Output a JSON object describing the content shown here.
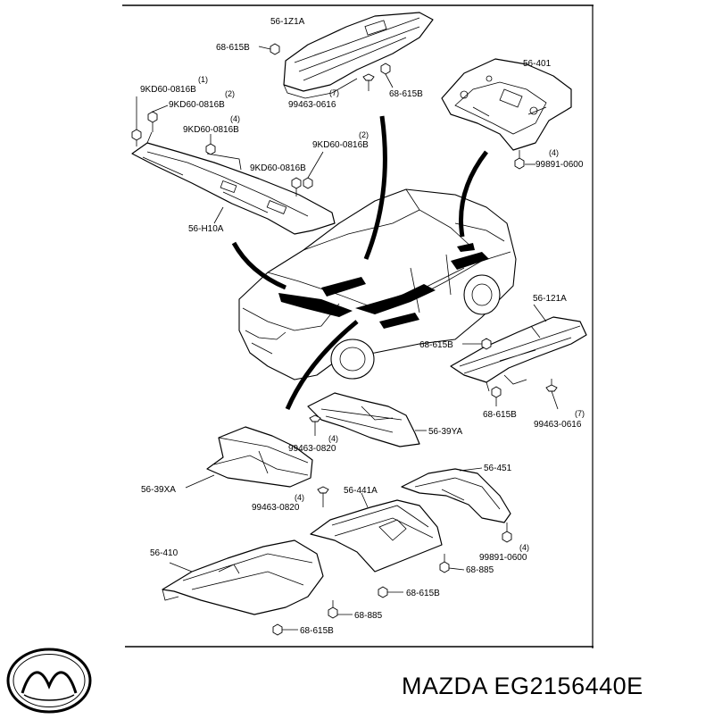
{
  "labels": {
    "p_56_1z1a": "56-1Z1A",
    "p_68_615b_a": "68-615B",
    "p_68_615b_b": "68-615B",
    "p_99463_0616_a": "99463-0616",
    "p_qty7_a": "(7)",
    "p_56_401": "56-401",
    "p_qty4_a": "(4)",
    "p_99891_0600_a": "99891-0600",
    "p_9kd_1": "9KD60-0816B",
    "p_qty1": "(1)",
    "p_9kd_2": "9KD60-0816B",
    "p_qty2_a": "(2)",
    "p_9kd_3": "9KD60-0816B",
    "p_qty4_b": "(4)",
    "p_9kd_4": "9KD60-0816B",
    "p_qty2_b": "(2)",
    "p_9kd_5": "9KD60-0816B",
    "p_56_h10a": "56-H10A",
    "p_56_121a": "56-121A",
    "p_68_615b_c": "68-615B",
    "p_68_615b_d": "68-615B",
    "p_99463_0616_b": "99463-0616",
    "p_qty7_b": "(7)",
    "p_56_39ya": "56-39YA",
    "p_99463_0820_a": "99463-0820",
    "p_qty4_c": "(4)",
    "p_56_39xa": "56-39XA",
    "p_99463_0820_b": "99463-0820",
    "p_qty4_d": "(4)",
    "p_56_441a": "56-441A",
    "p_56_451": "56-451",
    "p_99891_0600_b": "99891-0600",
    "p_qty4_e": "(4)",
    "p_68_885_a": "68-885",
    "p_68_615b_e": "68-615B",
    "p_56_410": "56-410",
    "p_68_885_b": "68-885",
    "p_68_615b_f": "68-615B"
  },
  "footer": {
    "title": "MAZDA EG2156440E"
  },
  "icons": {
    "brand_logo": "mazda-logo-icon"
  }
}
